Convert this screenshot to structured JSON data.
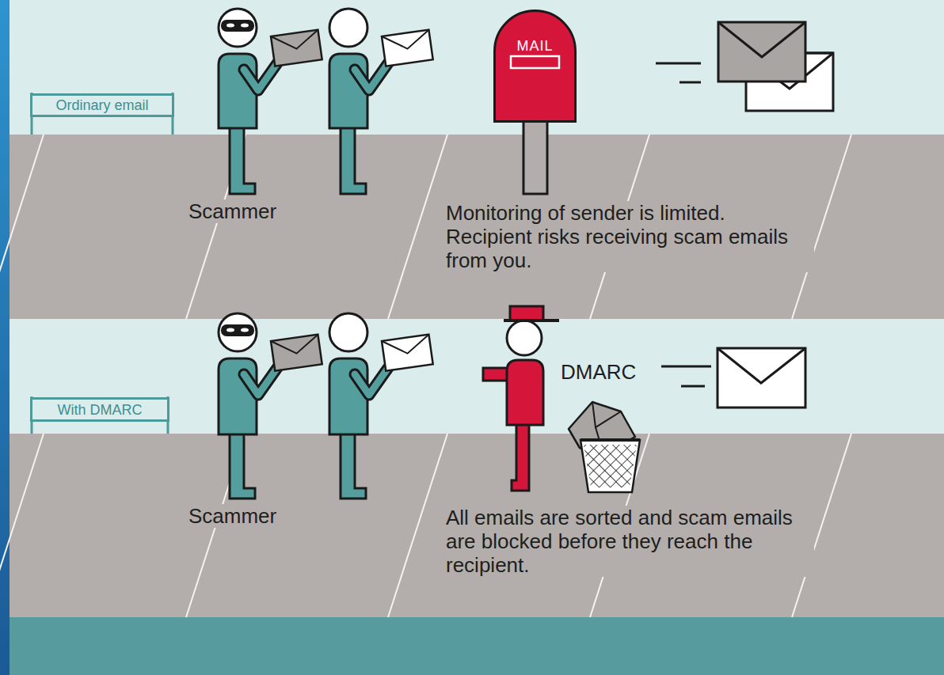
{
  "diagram": {
    "nodes": [
      {
        "text": [
          "Ordinary email"
        ]
      },
      {
        "text": [
          "MAIL"
        ]
      },
      {
        "text": [
          "With DMARC"
        ]
      }
    ],
    "labels": [
      "Scammer",
      "Monitoring of sender is limited. Recipient risks receiving scam emails from you.",
      "DMARC",
      "Scammer",
      "All emails are sorted and scam emails are blocked before they reach the recipient."
    ]
  }
}
